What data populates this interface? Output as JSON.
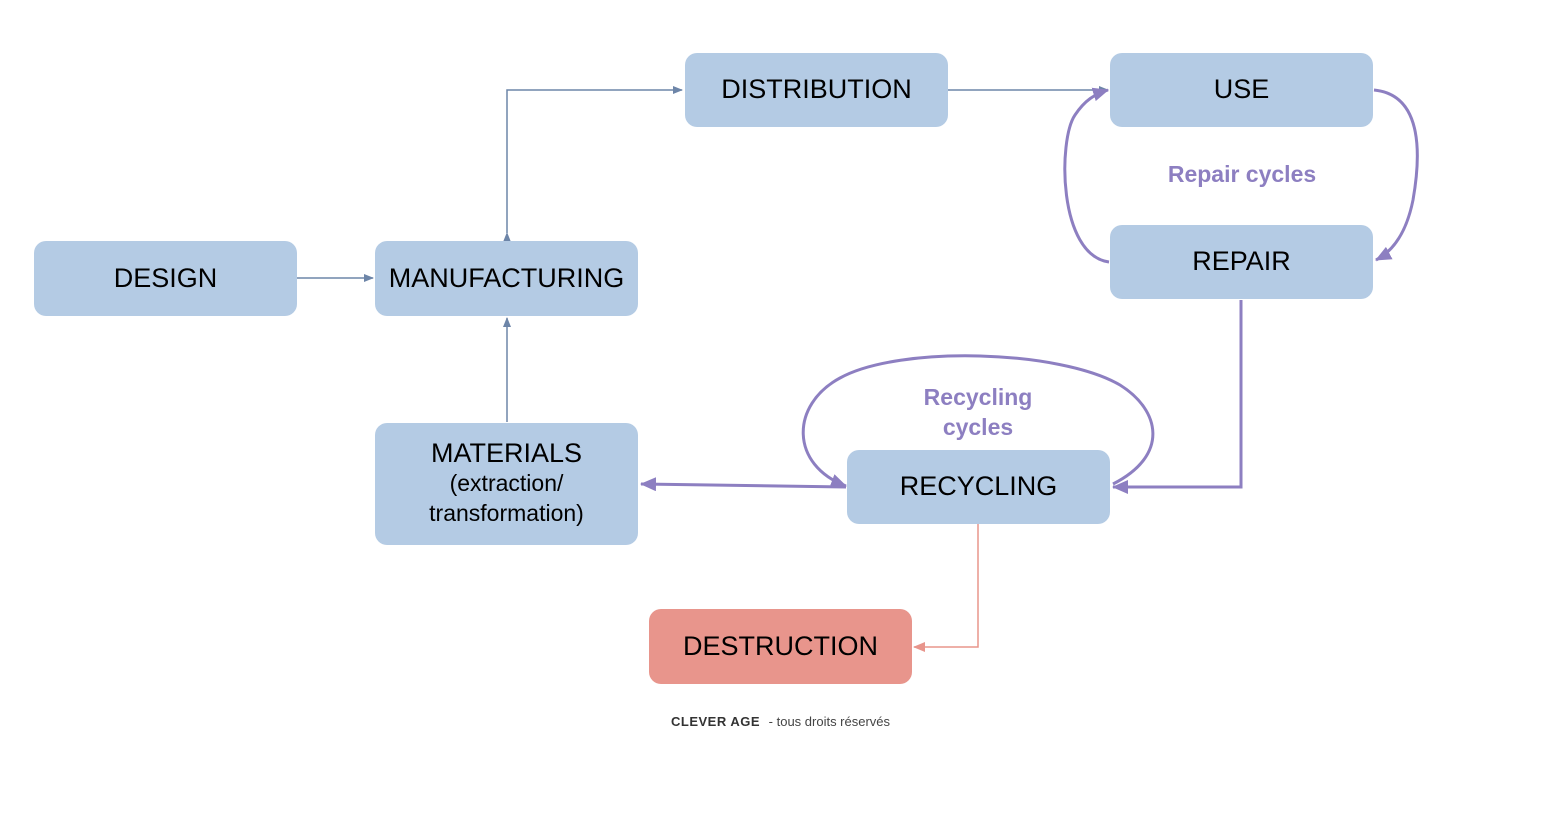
{
  "nodes": {
    "design": "DESIGN",
    "manufacturing": "MANUFACTURING",
    "distribution": "DISTRIBUTION",
    "use": "USE",
    "repair": "REPAIR",
    "materials": "MATERIALS",
    "materials_sub_1": "(extraction/",
    "materials_sub_2": "transformation)",
    "recycling": "RECYCLING",
    "destruction": "DESTRUCTION"
  },
  "cycle_labels": {
    "repair": "Repair cycles",
    "recycling_1": "Recycling",
    "recycling_2": "cycles"
  },
  "footer": {
    "brand": "CLEVER AGE",
    "rights": "- tous droits réservés"
  },
  "colors": {
    "node_fill": "#b4cbe4",
    "destruction_fill": "#e8958c",
    "linear_arrow": "#6d85a8",
    "cycle_arrow": "#8d7fc1",
    "destruction_arrow": "#e8958c"
  }
}
